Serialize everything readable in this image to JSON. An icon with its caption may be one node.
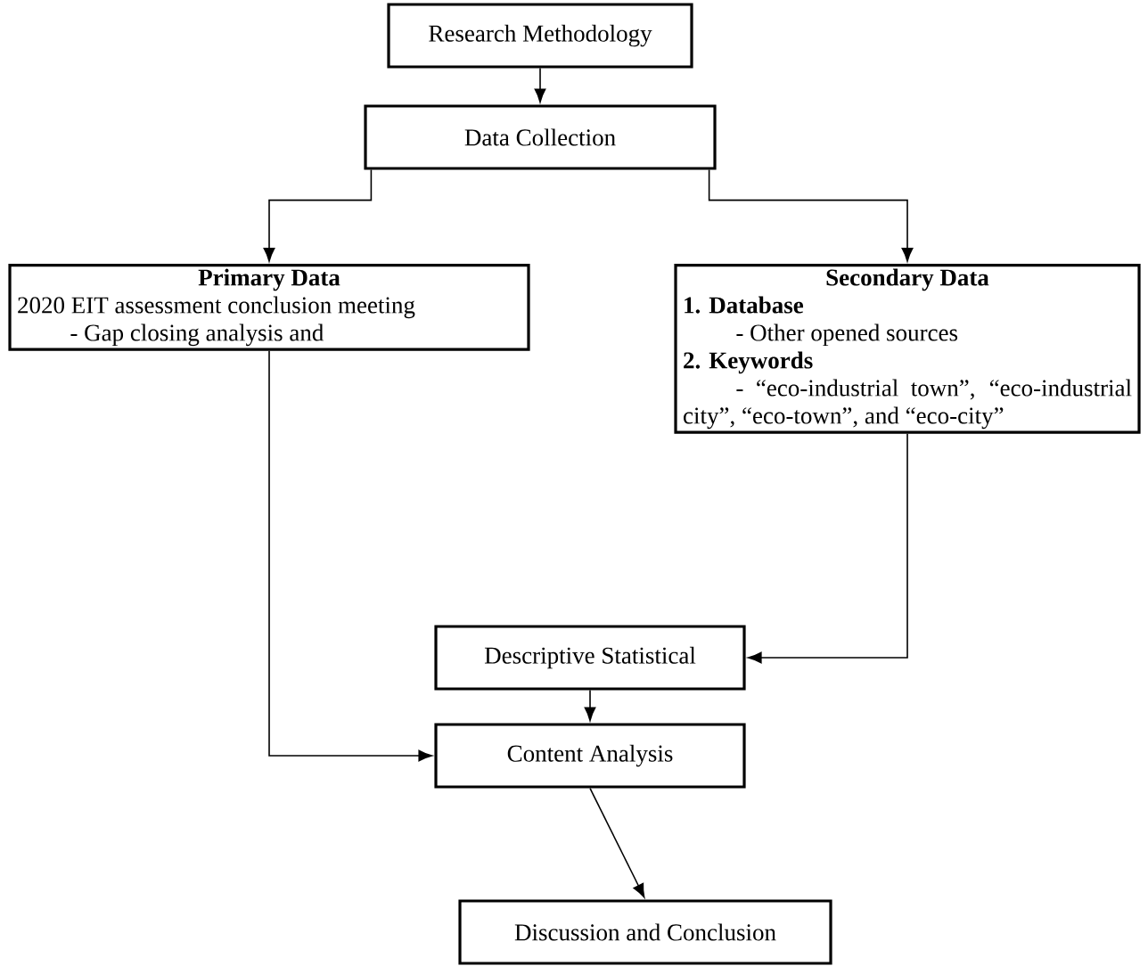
{
  "diagram": {
    "nodes": [
      {
        "text": [
          "Research Methodology"
        ]
      },
      {
        "text": [
          "Data Collection"
        ]
      },
      {
        "text": [
          "Primary Data",
          "2020 EIT assessment conclusion meeting",
          "- Gap closing analysis and"
        ]
      },
      {
        "text": [
          "Secondary Data",
          "1. Database",
          "- Other opened sources",
          "2. Keywords",
          "- “eco-industrial town”, “eco-industrial city”, “eco-town”, and “eco-city”"
        ]
      },
      {
        "text": [
          "Descriptive Statistical"
        ]
      },
      {
        "text": [
          "Content Analysis"
        ]
      },
      {
        "text": [
          "Discussion and Conclusion"
        ]
      }
    ],
    "edges": [
      {
        "from": 0,
        "to": 1,
        "arrow": "to"
      },
      {
        "from": 1,
        "to": 2,
        "arrow": "to"
      },
      {
        "from": 1,
        "to": 3,
        "arrow": "to"
      },
      {
        "from": 3,
        "to": 4,
        "arrow": "to"
      },
      {
        "from": 2,
        "to": 5,
        "arrow": "to"
      },
      {
        "from": 4,
        "to": 5,
        "arrow": "to"
      },
      {
        "from": 5,
        "to": 6,
        "arrow": "to"
      }
    ]
  }
}
